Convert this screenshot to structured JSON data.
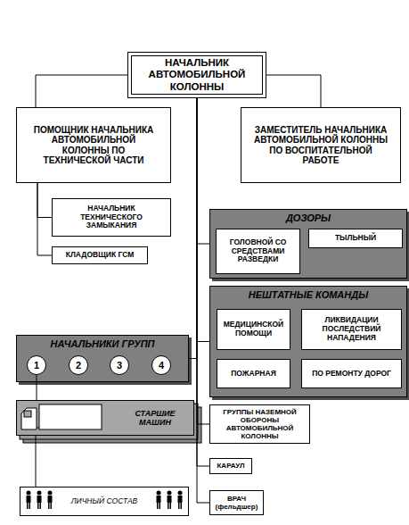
{
  "diagram": {
    "nodes": [
      {
        "text": [
          "НАЧАЛЬНИК АВТОМОБИЛЬНОЙ КОЛОННЫ"
        ]
      },
      {
        "text": [
          "ПОМОЩНИК НАЧАЛЬНИКА АВТОМОБИЛЬНОЙ КОЛОННЫ ПО ТЕХНИЧЕСКОЙ ЧАСТИ"
        ]
      },
      {
        "text": [
          "ЗАМЕСТИТЕЛЬ НАЧАЛЬНИКА АВТОМОБИЛЬНОЙ КОЛОННЫ ПО ВОСПИТАТЕЛЬНОЙ РАБОТЕ"
        ]
      },
      {
        "text": [
          "НАЧАЛЬНИК ТЕХНИЧЕСКОГО ЗАМЫКАНИЯ"
        ]
      },
      {
        "text": [
          "ДОЗОРЫ"
        ]
      },
      {
        "text": [
          "ГОЛОВНОЙ СО СРЕДСТВАМИ РАЗВЕДКИ"
        ],
        "in": 4
      },
      {
        "text": [
          "ТЫЛЬНЫЙ"
        ],
        "in": 4
      },
      {
        "text": [
          "КЛАДОВЩИК ГСМ"
        ]
      },
      {
        "text": [
          "НЕШТАТНЫЕ КОМАНДЫ"
        ]
      },
      {
        "text": [
          "МЕДИЦИНСКОЙ ПОМОЩИ"
        ],
        "in": 8
      },
      {
        "text": [
          "ЛИКВИДАЦИИ ПОСЛЕДСТВИЙ НАПАДЕНИЯ"
        ],
        "in": 8
      },
      {
        "text": [
          "ПОЖАРНАЯ"
        ],
        "in": 8
      },
      {
        "text": [
          "ПО РЕМОНТУ ДОРОГ"
        ],
        "in": 8
      },
      {
        "text": [
          "НАЧАЛЬНИКИ ГРУПП"
        ]
      },
      {
        "text": [
          "1"
        ],
        "in": 13
      },
      {
        "text": [
          "2"
        ],
        "in": 13
      },
      {
        "text": [
          "3"
        ],
        "in": 13
      },
      {
        "text": [
          "4"
        ],
        "in": 13
      },
      {
        "text": [
          "ГРУППЫ НАЗЕМНОЙ ОБОРОНЫ АВТОМОБИЛЬНОЙ КОЛОННЫ"
        ]
      },
      {
        "text": [
          "СТАРШИЕ МАШИН"
        ]
      },
      {
        "text": [
          "КАРАУЛ"
        ]
      },
      {
        "text": [
          "ЛИЧНЫЙ СОСТАВ"
        ]
      },
      {
        "text": [
          "ВРАЧ (фельдшер)"
        ]
      }
    ],
    "edges": [
      {
        "from": 0,
        "to": 1,
        "arrow": "none"
      },
      {
        "from": 0,
        "to": 2,
        "arrow": "none"
      },
      {
        "from": 1,
        "to": 3,
        "arrow": "none"
      },
      {
        "from": 1,
        "to": 7,
        "arrow": "none"
      },
      {
        "from": 0,
        "to": 4,
        "arrow": "none"
      },
      {
        "from": 0,
        "to": 8,
        "arrow": "none"
      },
      {
        "from": 0,
        "to": 13,
        "arrow": "none"
      },
      {
        "from": 0,
        "to": 18,
        "arrow": "none"
      },
      {
        "from": 0,
        "to": 20,
        "arrow": "none"
      },
      {
        "from": 0,
        "to": 22,
        "arrow": "none"
      },
      {
        "from": 14,
        "to": 19,
        "arrow": "none"
      },
      {
        "from": 19,
        "to": 21,
        "arrow": "none"
      }
    ]
  }
}
